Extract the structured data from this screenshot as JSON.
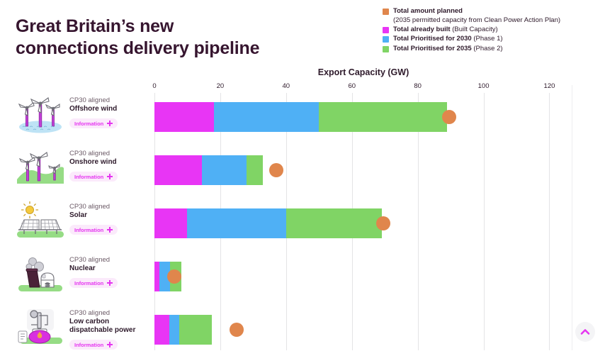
{
  "title": "Great Britain’s new\nconnections delivery pipeline",
  "title_line1": "Great Britain’s new",
  "title_line2": "connections delivery pipeline",
  "legend": {
    "items": [
      {
        "label_bold": "Total amount planned",
        "label_rest": "",
        "sub": "(2035 permitted capacity from Clean Power Action Plan)",
        "color": "#E0864C",
        "key": "planned"
      },
      {
        "label_bold": "Total already built",
        "label_rest": " (Built Capacity)",
        "sub": "",
        "color": "#E835F5",
        "key": "built"
      },
      {
        "label_bold": "Total Prioritised for 2030",
        "label_rest": " (Phase 1)",
        "sub": "",
        "color": "#4FB0F5",
        "key": "phase1"
      },
      {
        "label_bold": "Total Prioritised for 2035",
        "label_rest": " (Phase 2)",
        "sub": "",
        "color": "#80D465",
        "key": "phase2"
      }
    ]
  },
  "info_pill": {
    "label": "Information",
    "icon": "plus-icon"
  },
  "cat_superlabel": "CP30 aligned",
  "scroll_top": {
    "icon": "chevron-up-icon",
    "color": "#E535F0"
  },
  "chart_data": {
    "type": "bar",
    "orientation": "horizontal",
    "stacked": true,
    "title": "Great Britain’s new connections delivery pipeline",
    "xlabel": "Export Capacity (GW)",
    "ylabel": "",
    "xlim": [
      0,
      127
    ],
    "xticks": [
      0,
      20,
      40,
      60,
      80,
      100,
      120
    ],
    "xticklabels": [
      "0",
      "20",
      "40",
      "60",
      "80",
      "100",
      "120"
    ],
    "grid": true,
    "legend_position": "top-right",
    "categories": [
      "Offshore wind",
      "Onshore wind",
      "Solar",
      "Nuclear",
      "Low carbon dispatchable power"
    ],
    "series": [
      {
        "name": "Total already built (Built Capacity)",
        "color": "#E835F5",
        "values": [
          18.0,
          14.5,
          10.0,
          1.5,
          4.5
        ]
      },
      {
        "name": "Total Prioritised for 2030 (Phase 1)",
        "color": "#4FB0F5",
        "values": [
          32.0,
          13.5,
          30.0,
          3.2,
          3.0
        ]
      },
      {
        "name": "Total Prioritised for 2035 (Phase 2)",
        "color": "#80D465",
        "values": [
          39.0,
          5.0,
          29.0,
          3.5,
          10.0
        ]
      }
    ],
    "markers": {
      "name": "Total amount planned (2035 permitted capacity from Clean Power Action Plan)",
      "color": "#E0864C",
      "values": [
        89.5,
        37.0,
        69.5,
        6.0,
        25.0
      ]
    },
    "totals": [
      89.0,
      33.0,
      69.0,
      8.2,
      17.5
    ]
  },
  "rows": [
    {
      "name": "Offshore wind",
      "icon": "offshore-wind-icon"
    },
    {
      "name": "Onshore wind",
      "icon": "onshore-wind-icon"
    },
    {
      "name": "Solar",
      "icon": "solar-icon"
    },
    {
      "name": "Nuclear",
      "icon": "nuclear-icon"
    },
    {
      "name": "Low carbon dispatchable power",
      "icon": "low-carbon-dispatchable-icon"
    }
  ]
}
